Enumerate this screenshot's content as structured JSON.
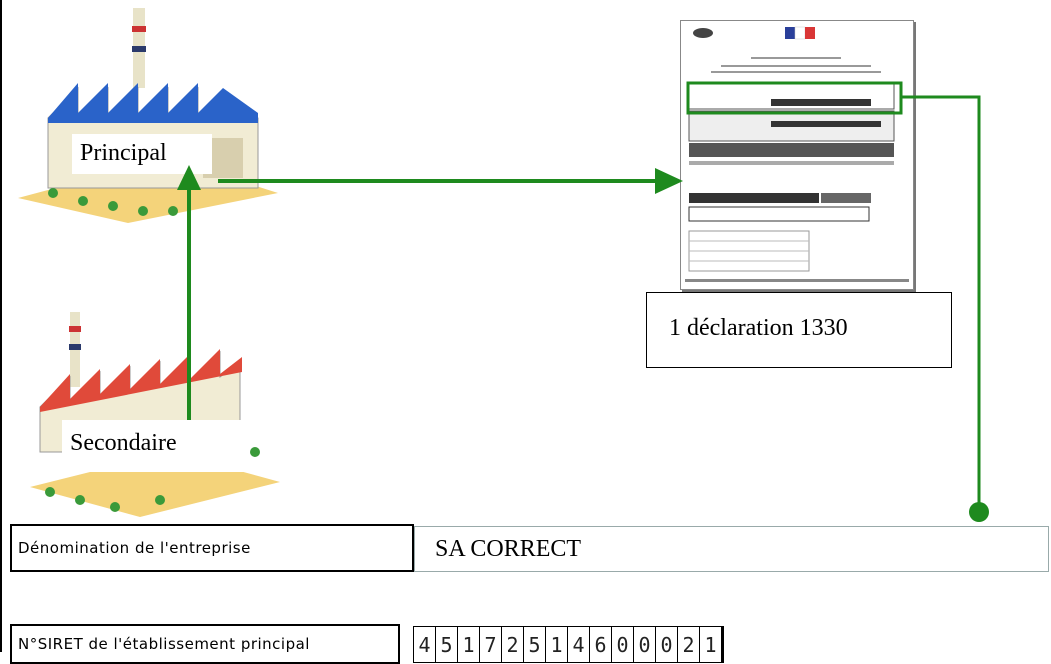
{
  "diagram": {
    "principal_label": "Principal",
    "secondaire_label": "Secondaire",
    "declaration_label": "1 déclaration 1330"
  },
  "form_table": {
    "company_label": "Dénomination de l'entreprise",
    "company_value": "SA CORRECT",
    "siret_label": "N°SIRET de l'établissement principal",
    "siret_digits": [
      "4",
      "5",
      "1",
      "7",
      "2",
      "5",
      "1",
      "4",
      "6",
      "0",
      "0",
      "0",
      "2",
      "1"
    ]
  },
  "colors": {
    "arrow": "#1e8a1e",
    "roof_principal": "#2a63c9",
    "roof_secondaire": "#e04a3a",
    "highlight": "#1e8a1e"
  }
}
